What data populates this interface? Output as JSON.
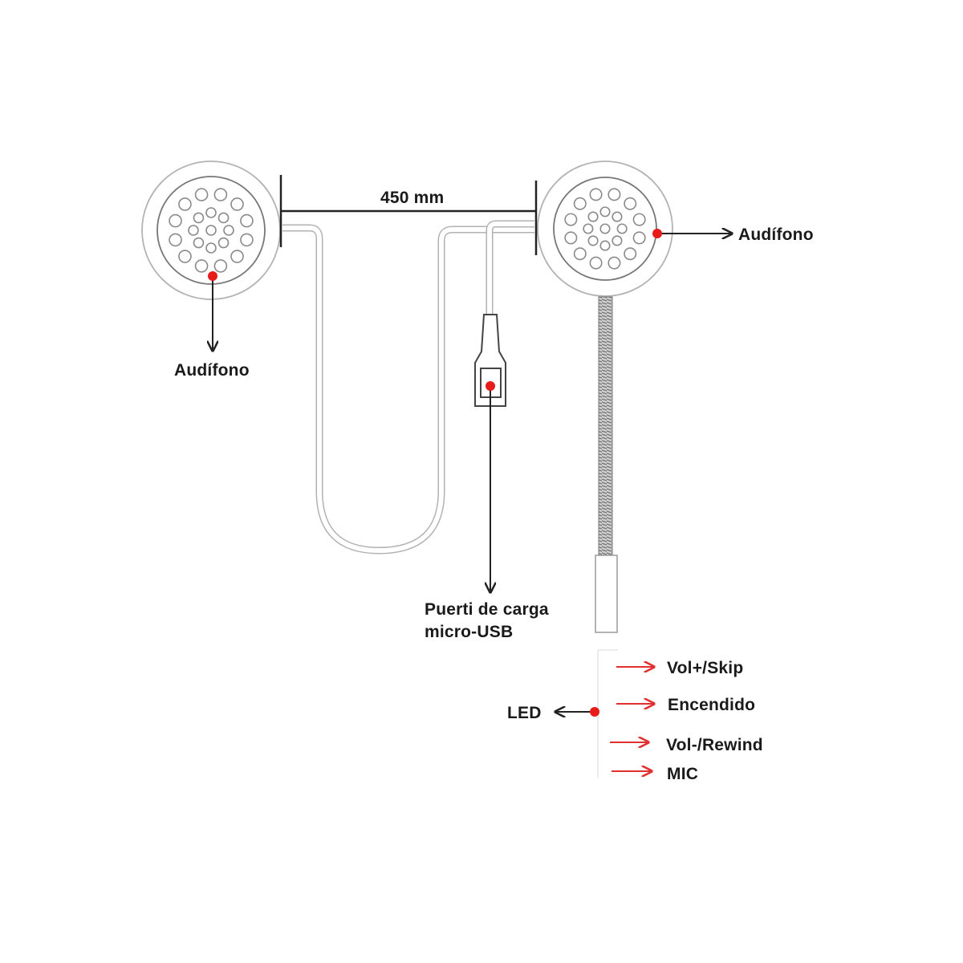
{
  "dimension": {
    "text": "450 mm"
  },
  "labels": {
    "left_earphone": "Audífono",
    "right_earphone": "Audífono",
    "charging_port_line1": "Puerti de carga",
    "charging_port_line2": "micro-USB",
    "led": "LED"
  },
  "controls": [
    {
      "label": "Vol+/Skip"
    },
    {
      "label": "Encendido"
    },
    {
      "label": "Vol-/Rewind"
    },
    {
      "label": "MIC"
    }
  ],
  "colors": {
    "marker": "#e81b1b",
    "control_arrow": "#e03030",
    "outline": "#9a9a9a",
    "arrow": "#222222"
  }
}
